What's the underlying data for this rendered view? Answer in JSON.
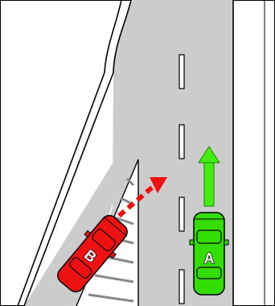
{
  "scene": {
    "type": "traffic-merge-diagram",
    "colors": {
      "road": "#cccccc",
      "outline": "#000000",
      "lane_marking": "#ffffff",
      "car_a": "#33dd00",
      "car_b": "#ee1111",
      "arrow_a": "#44ee11",
      "arrow_b": "#ee1111"
    }
  },
  "vehicles": {
    "a": {
      "label": "A",
      "direction": "straight"
    },
    "b": {
      "label": "B",
      "direction": "merge-right"
    }
  }
}
